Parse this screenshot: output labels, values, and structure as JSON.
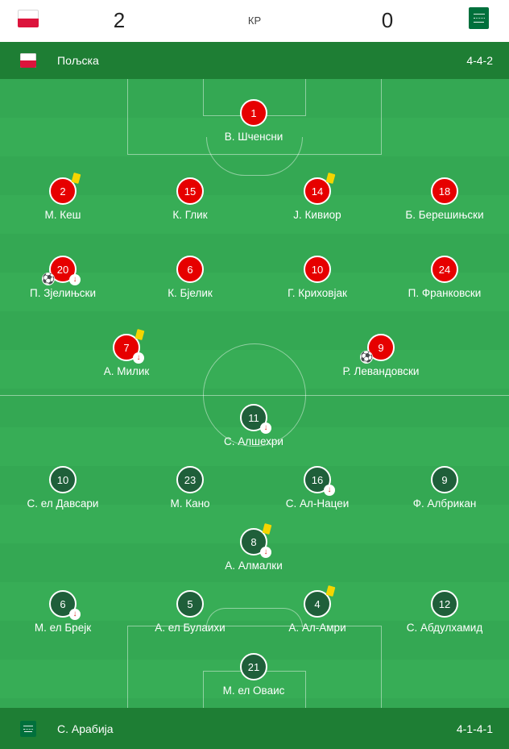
{
  "score_bar": {
    "home_score": "2",
    "away_score": "0",
    "status": "КР"
  },
  "home_team": {
    "name": "Пољска",
    "formation": "4-4-2",
    "flag_colors": [
      "#ffffff",
      "#dc143c"
    ],
    "kit_color": "#e60000",
    "players": [
      {
        "number": "1",
        "name": "В. Шченсни"
      },
      {
        "number": "2",
        "name": "М. Кеш"
      },
      {
        "number": "15",
        "name": "К. Глик"
      },
      {
        "number": "14",
        "name": "Ј. Кивиор"
      },
      {
        "number": "18",
        "name": "Б. Берешињски"
      },
      {
        "number": "20",
        "name": "П. Зјелињски"
      },
      {
        "number": "6",
        "name": "К. Бјелик"
      },
      {
        "number": "10",
        "name": "Г. Криховјак"
      },
      {
        "number": "24",
        "name": "П. Франковски"
      },
      {
        "number": "7",
        "name": "А. Милик"
      },
      {
        "number": "9",
        "name": "Р. Левандовски"
      }
    ]
  },
  "away_team": {
    "name": "С. Арабија",
    "formation": "4-1-4-1",
    "flag_colors": [
      "#00703c",
      "#ffffff"
    ],
    "kit_color": "#1f5f3a",
    "players": [
      {
        "number": "11",
        "name": "С. Алшехри"
      },
      {
        "number": "10",
        "name": "С. ел Давсари"
      },
      {
        "number": "23",
        "name": "М. Кано"
      },
      {
        "number": "16",
        "name": "С. Ал-Нацеи"
      },
      {
        "number": "9",
        "name": "Ф. Албрикан"
      },
      {
        "number": "8",
        "name": "А. Алмалки"
      },
      {
        "number": "6",
        "name": "М. ел Брејк"
      },
      {
        "number": "5",
        "name": "А. ел Булаихи"
      },
      {
        "number": "4",
        "name": "А. Ал-Амри"
      },
      {
        "number": "12",
        "name": "С. Абдулхамид"
      },
      {
        "number": "21",
        "name": "М. ел Оваис"
      }
    ]
  },
  "icons": {
    "yellow_card": "yellow-card-icon",
    "substitution": "substitution-off-icon",
    "goal": "goal-ball-icon"
  }
}
